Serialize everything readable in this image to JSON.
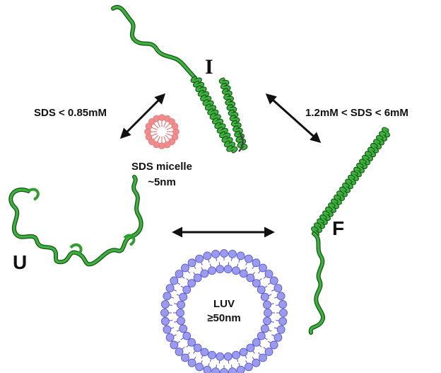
{
  "states": {
    "unfolded": "U",
    "intermediate": "I",
    "folded": "F"
  },
  "conditions": {
    "low_sds": "SDS < 0.85mM",
    "mid_sds": "1.2mM < SDS < 6mM"
  },
  "micelle": {
    "name": "SDS micelle",
    "size": "~5nm"
  },
  "vesicle": {
    "name": "LUV",
    "size": "≥50nm"
  },
  "colors": {
    "protein": "#2f9e2f",
    "protein_dark": "#145214",
    "micelle": "#f28c8c",
    "lipid_head": "#9a9af0",
    "lipid_edge": "#5050c8",
    "arrow": "#111111"
  }
}
